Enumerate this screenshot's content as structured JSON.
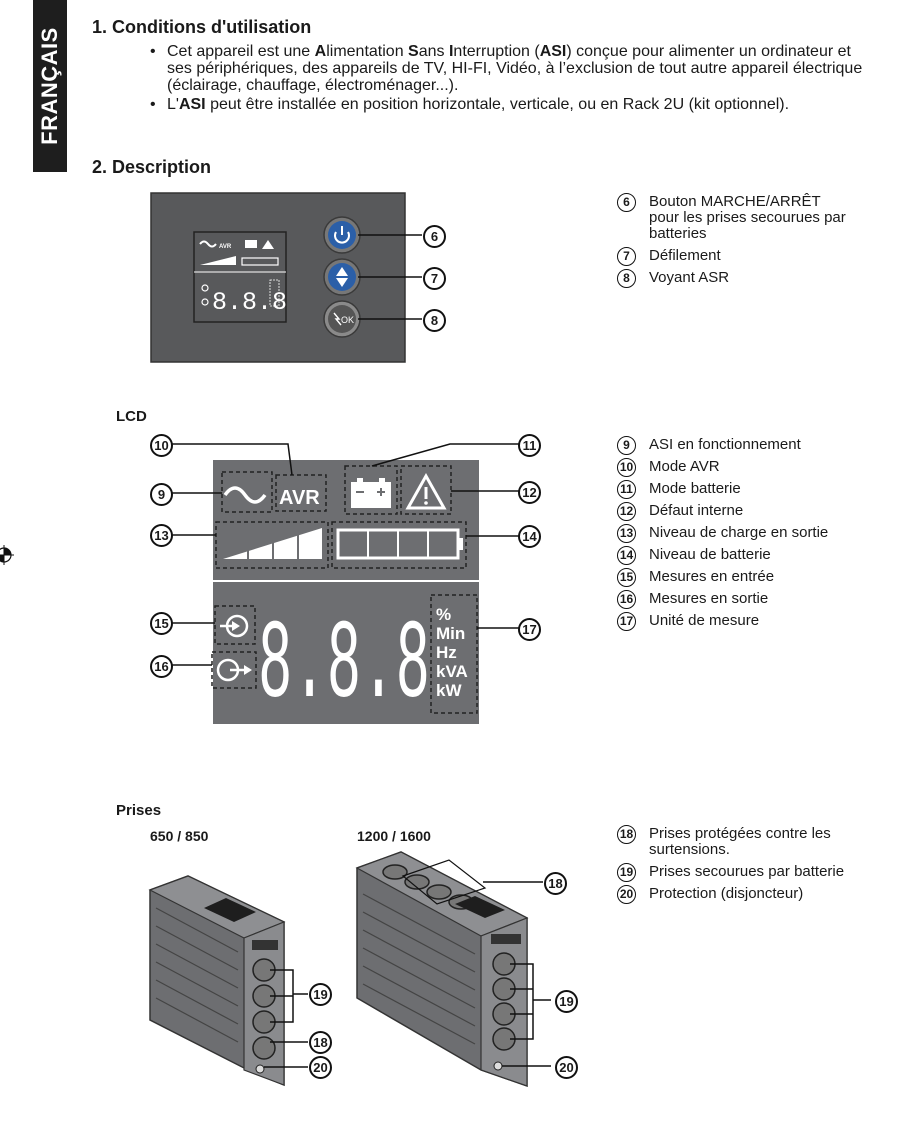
{
  "side_tab": {
    "label": "FRANÇAIS"
  },
  "section1": {
    "title": "1. Conditions d'utilisation",
    "bullets": [
      [
        {
          "t": "Cet appareil est une "
        },
        {
          "t": "A",
          "b": true
        },
        {
          "t": "limentation "
        },
        {
          "t": "S",
          "b": true
        },
        {
          "t": "ans "
        },
        {
          "t": "I",
          "b": true
        },
        {
          "t": "nterruption ("
        },
        {
          "t": "ASI",
          "b": true
        },
        {
          "t": ") conçue pour alimenter un ordinateur et ses périphériques, des appareils de TV, HI-FI, Vidéo, à l’exclusion de tout autre appareil électrique (éclairage, chauffage, électroménager...)."
        }
      ],
      [
        {
          "t": "L'"
        },
        {
          "t": "ASI",
          "b": true
        },
        {
          "t": " peut être installée en position horizontale, verticale, ou en Rack 2U (kit optionnel)."
        }
      ]
    ]
  },
  "section2": {
    "title": "2. Description"
  },
  "panel_legend": [
    {
      "num": "6",
      "text": "Bouton MARCHE/ARRÊT pour les prises secourues par batteries"
    },
    {
      "num": "7",
      "text": "Défilement"
    },
    {
      "num": "8",
      "text": "Voyant ASR"
    }
  ],
  "panel": {
    "ok_label": "OK",
    "lcd_mini": {
      "avr": "AVR",
      "digits": "8.8.8"
    },
    "callouts": [
      "6",
      "7",
      "8"
    ]
  },
  "lcd": {
    "heading": "LCD",
    "avr": "AVR",
    "digits": "8.8.8",
    "units": [
      "%",
      "Min",
      "Hz",
      "kVA",
      "kW"
    ],
    "callouts": [
      "9",
      "10",
      "11",
      "12",
      "13",
      "14",
      "15",
      "16",
      "17"
    ]
  },
  "lcd_legend": [
    {
      "num": "9",
      "text": "ASI en fonctionnement"
    },
    {
      "num": "10",
      "text": "Mode AVR"
    },
    {
      "num": "11",
      "text": "Mode batterie"
    },
    {
      "num": "12",
      "text": "Défaut interne"
    },
    {
      "num": "13",
      "text": "Niveau de charge en sortie"
    },
    {
      "num": "14",
      "text": "Niveau de batterie"
    },
    {
      "num": "15",
      "text": "Mesures en entrée"
    },
    {
      "num": "16",
      "text": "Mesures en sortie"
    },
    {
      "num": "17",
      "text": "Unité de mesure"
    }
  ],
  "prises": {
    "heading": "Prises",
    "model_a": "650 / 850",
    "model_b": "1200 / 1600",
    "callouts_a": [
      "19",
      "18",
      "20"
    ],
    "callouts_b": [
      "18",
      "19",
      "20"
    ]
  },
  "prises_legend": [
    {
      "num": "18",
      "text": "Prises protégées contre les surtensions."
    },
    {
      "num": "19",
      "text": "Prises secourues par batterie"
    },
    {
      "num": "20",
      "text": "Protection (disjoncteur)"
    }
  ]
}
